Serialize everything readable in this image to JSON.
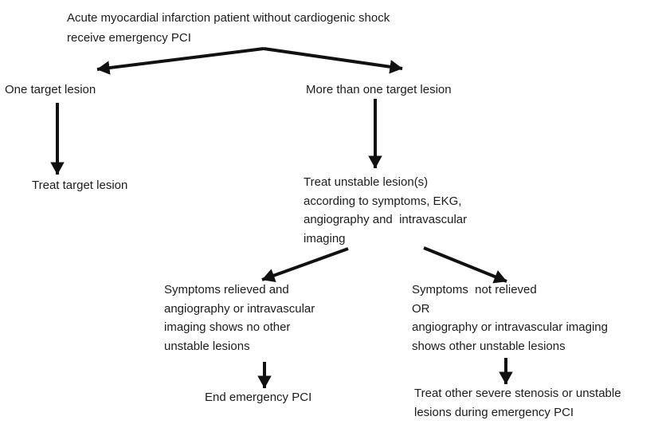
{
  "page": {
    "background": "#ffffff",
    "text_color": "#1c1c1c",
    "arrow_color": "#111111"
  },
  "flowchart": {
    "nodes": {
      "root": "Acute myocardial infarction patient without cardiogenic shock\nreceive emergency PCI",
      "one_target": "One target lesion",
      "more_than_one": "More than one target lesion",
      "treat_target": "Treat target lesion",
      "treat_unstable": "Treat unstable lesion(s)\naccording to symptoms, EKG,\nangiography and  intravascular\nimaging",
      "symptoms_relieved": "Symptoms relieved and\nangiography or intravascular\nimaging shows no other\nunstable lesions",
      "symptoms_not_relieved": "Symptoms  not relieved\nOR\nangiography or intravascular imaging\nshows other unstable lesions",
      "end_pci": "End emergency PCI",
      "treat_other": "Treat other severe stenosis or unstable\nlesions during emergency PCI"
    },
    "edges": [
      {
        "from": "root",
        "to": "one_target"
      },
      {
        "from": "root",
        "to": "more_than_one"
      },
      {
        "from": "one_target",
        "to": "treat_target"
      },
      {
        "from": "more_than_one",
        "to": "treat_unstable"
      },
      {
        "from": "treat_unstable",
        "to": "symptoms_relieved"
      },
      {
        "from": "treat_unstable",
        "to": "symptoms_not_relieved"
      },
      {
        "from": "symptoms_relieved",
        "to": "end_pci"
      },
      {
        "from": "symptoms_not_relieved",
        "to": "treat_other"
      }
    ]
  }
}
